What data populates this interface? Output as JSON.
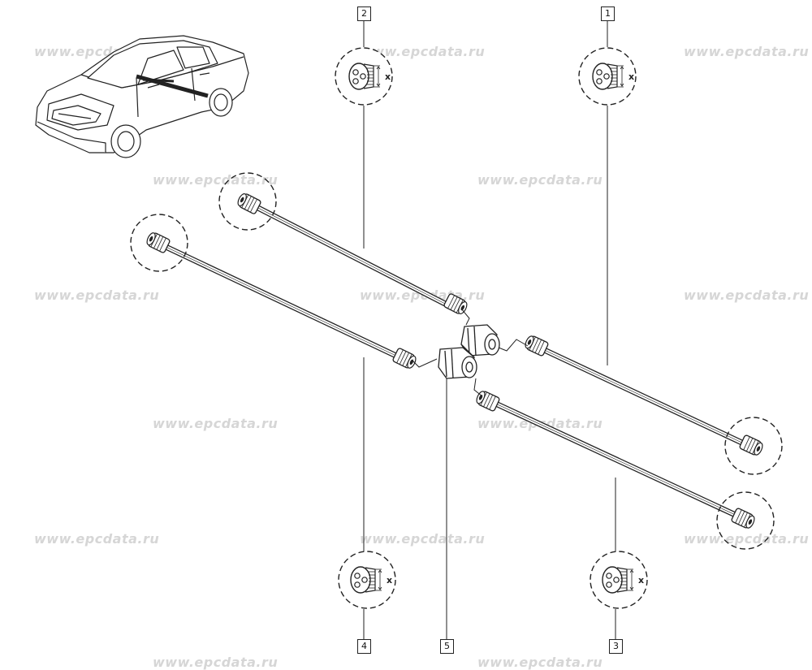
{
  "watermark_text": "www.epcdata.ru",
  "watermarks": [
    {
      "id": "wm-1"
    },
    {
      "id": "wm-2"
    },
    {
      "id": "wm-3"
    },
    {
      "id": "wm-4"
    },
    {
      "id": "wm-5"
    },
    {
      "id": "wm-6"
    },
    {
      "id": "wm-7"
    },
    {
      "id": "wm-8"
    },
    {
      "id": "wm-9"
    },
    {
      "id": "wm-10"
    },
    {
      "id": "wm-11"
    },
    {
      "id": "wm-12"
    },
    {
      "id": "wm-13"
    },
    {
      "id": "wm-14"
    },
    {
      "id": "wm-15"
    }
  ],
  "callouts": [
    {
      "id": "callout-1",
      "label": "1"
    },
    {
      "id": "callout-2",
      "label": "2"
    },
    {
      "id": "callout-3",
      "label": "3"
    },
    {
      "id": "callout-4",
      "label": "4"
    },
    {
      "id": "callout-5",
      "label": "5"
    }
  ],
  "dimension_label": "x",
  "colors": {
    "line": "#222222",
    "watermark": "#d6d6d6",
    "paper": "#ffffff"
  }
}
